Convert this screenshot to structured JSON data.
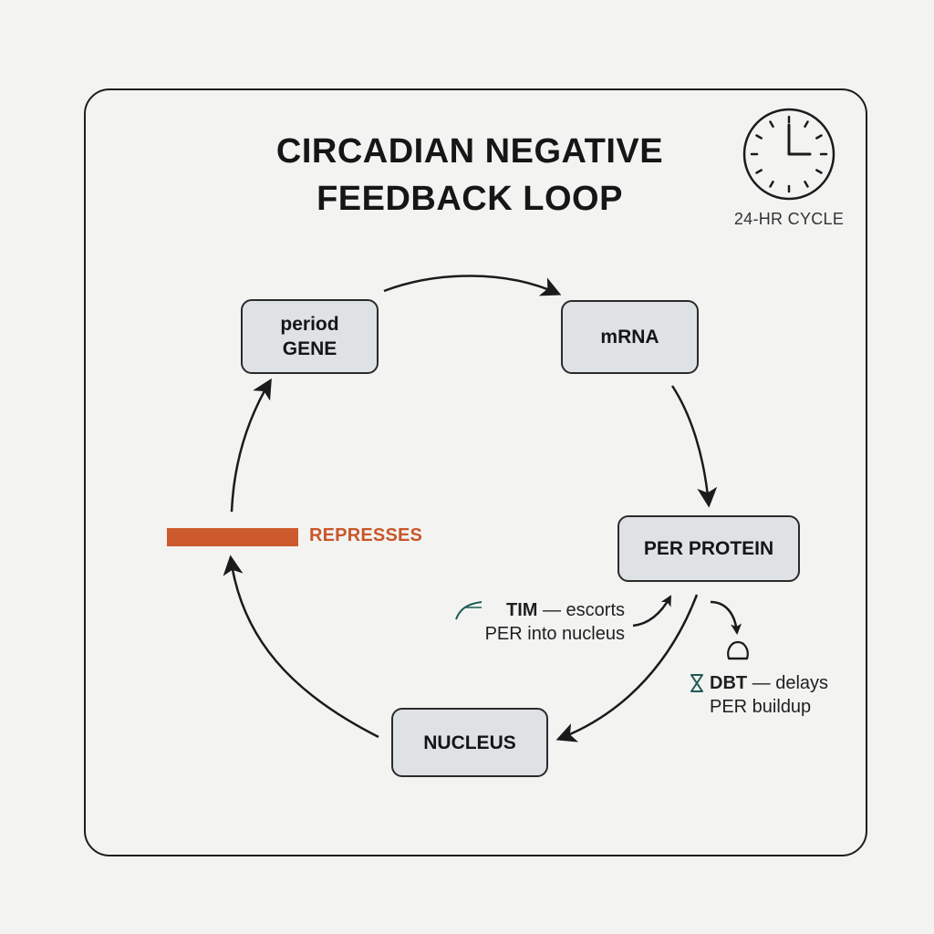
{
  "title": {
    "line1": "CIRCADIAN NEGATIVE",
    "line2": "FEEDBACK LOOP"
  },
  "clock": {
    "icon": "clock-icon",
    "caption": "24-HR CYCLE"
  },
  "nodes": {
    "gene": {
      "line1": "period",
      "line2": "GENE"
    },
    "mrna": {
      "label": "mRNA"
    },
    "protein": {
      "label": "PER PROTEIN"
    },
    "nucleus": {
      "label": "NUCLEUS"
    }
  },
  "repression": {
    "label": "REPRESSES",
    "color": "#cc5a2c"
  },
  "annotations": {
    "tim": {
      "icon": "tim-curve-icon",
      "name": "TIM",
      "dash": " — escorts",
      "line2": "PER into nucleus",
      "icon_color": "#1f5a55"
    },
    "dbt": {
      "icon": "hourglass-icon",
      "name": "DBT",
      "dash": " — delays",
      "line2": "PER buildup",
      "icon_color": "#1f5a55"
    }
  },
  "colors": {
    "node_fill": "#dfe2e5",
    "stroke": "#1e1e1e",
    "background": "#f3f3f2"
  }
}
